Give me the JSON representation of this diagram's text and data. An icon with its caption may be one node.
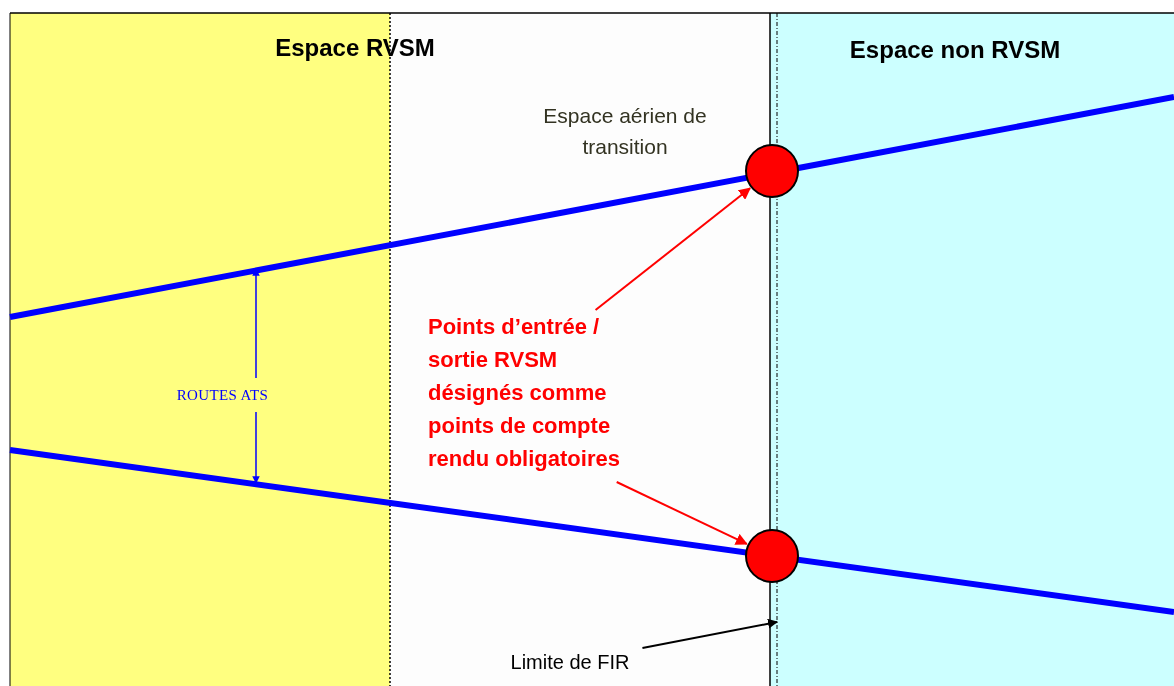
{
  "diagram": {
    "nodes": [
      {
        "text": [],
        "shape": "circle"
      },
      {
        "text": [],
        "shape": "circle"
      },
      {
        "text": [
          "Points d’entrée / sortie RVSM désignés comme points de compte rendu obligatoires"
        ]
      },
      {
        "text": [
          "ROUTES ATS"
        ]
      },
      {
        "text": [
          "Limite de FIR"
        ]
      }
    ],
    "edges": [
      {
        "from": 2,
        "to": 0,
        "arrow": "to",
        "color": "#ff0000"
      },
      {
        "from": 2,
        "to": 1,
        "arrow": "to",
        "color": "#ff0000"
      },
      {
        "from": 3,
        "to": null,
        "arrow": "to",
        "color": "#0000ff"
      },
      {
        "from": 3,
        "to": null,
        "arrow": "to",
        "color": "#0000ff"
      },
      {
        "from": 4,
        "to": null,
        "arrow": "to",
        "color": "#000000"
      }
    ],
    "labels": [
      "Espace RVSM",
      "Espace non RVSM",
      "Espace aérien de transition"
    ]
  }
}
